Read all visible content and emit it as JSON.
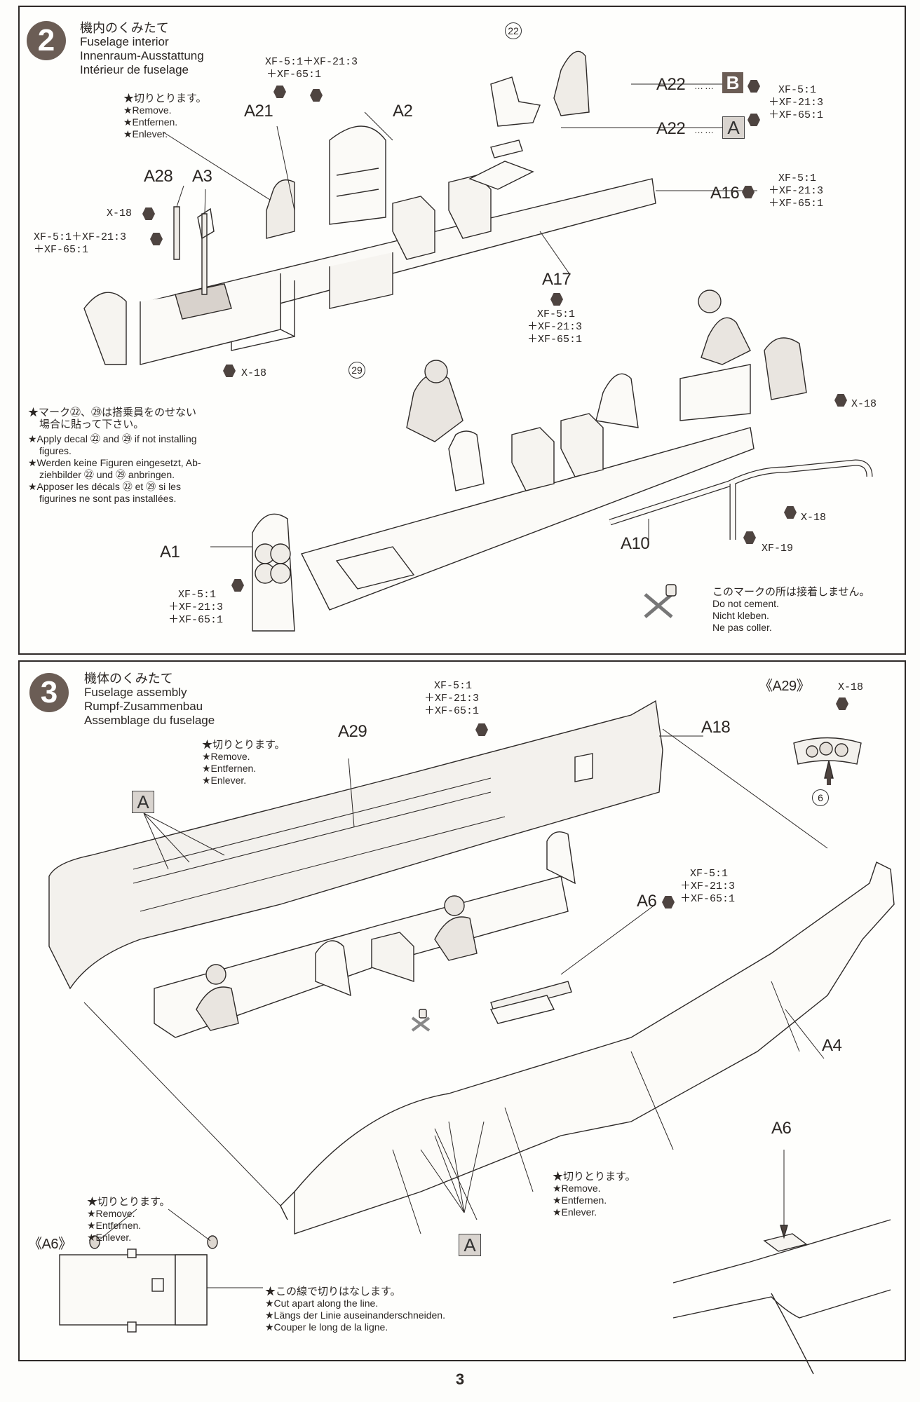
{
  "page_number": "3",
  "step2": {
    "number": "2",
    "title_jp": "機内のくみたて",
    "title_en": "Fuselage interior",
    "title_de": "Innenraum-Ausstattung",
    "title_fr": "Intérieur de fuselage",
    "remove_note": {
      "jp": "★切りとります。",
      "en": "★Remove.",
      "de": "★Entfernen.",
      "fr": "★Enlever."
    },
    "decal_note": {
      "jp1": "★マーク㉒、㉙は搭乗員をのせない",
      "jp2": "場合に貼って下さい。",
      "en1": "★Apply decal ㉒ and ㉙ if not installing",
      "en2": "figures.",
      "de1": "★Werden keine Figuren eingesetzt, Ab-",
      "de2": "ziehbilder ㉒ und ㉙ anbringen.",
      "fr1": "★Apposer les décals ㉒ et ㉙ si les",
      "fr2": "figurines ne sont pas installées."
    },
    "no_cement_note": {
      "jp": "このマークの所は接着しません。",
      "en": "Do not cement.",
      "de": "Nicht kleben.",
      "fr": "Ne pas coller."
    },
    "parts": {
      "a21": "A21",
      "a2": "A2",
      "a28": "A28",
      "a3": "A3",
      "a22_b": "A22",
      "a22_a": "A22",
      "a16": "A16",
      "a17": "A17",
      "a1": "A1",
      "a10": "A10"
    },
    "box_b": "B",
    "box_a": "A",
    "decal_22": "22",
    "decal_29": "29",
    "dots": "……",
    "paints": {
      "top_mix_l1": "XF-5:1＋XF-21:3",
      "top_mix_l2": "＋XF-65:1",
      "x18_a28": "X-18",
      "a28_mix_l1": "XF-5:1＋XF-21:3",
      "a28_mix_l2": "＋XF-65:1",
      "b_mix_l1": "XF-5:1",
      "b_mix_l2": "＋XF-21:3",
      "b_mix_l3": "＋XF-65:1",
      "a16_mix_l1": "XF-5:1",
      "a16_mix_l2": "＋XF-21:3",
      "a16_mix_l3": "＋XF-65:1",
      "a17_mix_l1": "XF-5:1",
      "a17_mix_l2": "＋XF-21:3",
      "a17_mix_l3": "＋XF-65:1",
      "x18_floor": "X-18",
      "x18_panel": "X-18",
      "x18_pipe": "X-18",
      "xf19": "XF-19",
      "a1_mix_l1": "XF-5:1",
      "a1_mix_l2": "＋XF-21:3",
      "a1_mix_l3": "＋XF-65:1"
    }
  },
  "step3": {
    "number": "3",
    "title_jp": "機体のくみたて",
    "title_en": "Fuselage assembly",
    "title_de": "Rumpf-Zusammenbau",
    "title_fr": "Assemblage du fuselage",
    "remove_note_top": {
      "jp": "★切りとります。",
      "en": "★Remove.",
      "de": "★Entfernen.",
      "fr": "★Enlever."
    },
    "remove_note_mid": {
      "jp": "★切りとります。",
      "en": "★Remove.",
      "de": "★Entfernen.",
      "fr": "★Enlever."
    },
    "remove_note_a6": {
      "jp": "★切りとります。",
      "en": "★Remove.",
      "de": "★Entfernen.",
      "fr": "★Enlever."
    },
    "cut_note": {
      "jp": "★この線で切りはなします。",
      "en": "★Cut apart along the line.",
      "de": "★Längs der Linie auseinanderschneiden.",
      "fr": "★Couper le long de la ligne."
    },
    "parts": {
      "a29": "A29",
      "a18": "A18",
      "a6": "A6",
      "a4": "A4",
      "a6_detail": "A6"
    },
    "detail_a29": "《A29》",
    "detail_a6": "《A6》",
    "box_a_top": "A",
    "box_a_bottom": "A",
    "decal_6": "6",
    "paints": {
      "a18_mix_l1": "XF-5:1",
      "a18_mix_l2": "＋XF-21:3",
      "a18_mix_l3": "＋XF-65:1",
      "x18_a29": "X-18",
      "a6_mix_l1": "XF-5:1",
      "a6_mix_l2": "＋XF-21:3",
      "a6_mix_l3": "＋XF-65:1"
    }
  }
}
